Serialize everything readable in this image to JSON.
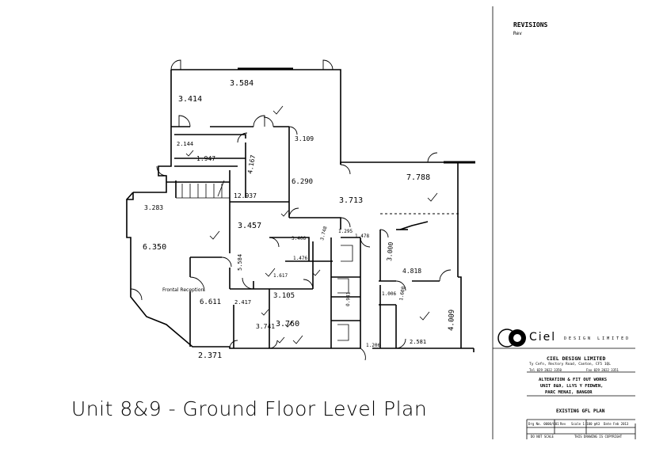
{
  "drawing_title": "Unit 8&9 - Ground Floor Level Plan",
  "revisions": {
    "heading": "REVISIONS",
    "note": "Rev"
  },
  "logo": {
    "name": "Ciel",
    "tagline": "DESIGN LIMITED"
  },
  "company": {
    "name": "CIEL DESIGN LIMITED",
    "address": "Ty Cefn, Rectory Road, Canton, CF5 1QL",
    "phone": "Tel 029 2022 3350",
    "fax": "Fax 029 2022 3351"
  },
  "project": {
    "line1": "ALTERATION & FIT OUT WORKS",
    "line2": "UNIT 8&9, LLYS Y FEDWEN,",
    "line3": "PARC MENAI, BANGOR"
  },
  "drawing_name": "EXISTING GFL PLAN",
  "title_block": {
    "drg_no": "Drg No. 0000/001",
    "rev": "Rev",
    "scale": "Scale 1:100 @A3",
    "date": "Date Feb 2013",
    "do_not_scale": "DO NOT SCALE",
    "copyright": "THIS DRAWING IS COPYRIGHT"
  },
  "dimensions": {
    "d_3584": "3.584",
    "d_3414": "3.414",
    "d_2144": "2.144",
    "d_1947": "1.947",
    "d_4167": "4.167",
    "d_3109": "3.109",
    "d_12937": "12.937",
    "d_6290": "6.290",
    "d_3283": "3.283",
    "d_6350": "6.350",
    "d_3457": "3.457",
    "d_3748": "3.748",
    "d_3713": "3.713",
    "d_7788": "7.788",
    "d_5584": "5.584",
    "d_3406": "3.406",
    "d_1476": "1.476",
    "d_1478": "1.478",
    "d_1617": "1.617",
    "d_2417": "2.417",
    "d_3105": "3.105",
    "d_3741": "3.741",
    "d_3760": "3.760",
    "d_6611": "6.611",
    "d_2371": "2.371",
    "d_3000": "3.000",
    "d_4818": "4.818",
    "d_1600": "1.600",
    "d_1006": "1.006",
    "d_4009": "4.009",
    "d_2581": "2.581",
    "d_0941": "0.941",
    "d_1295": "1.295",
    "d_1206": "1.206"
  },
  "rooms": {
    "reception": "Frontal Reception"
  }
}
